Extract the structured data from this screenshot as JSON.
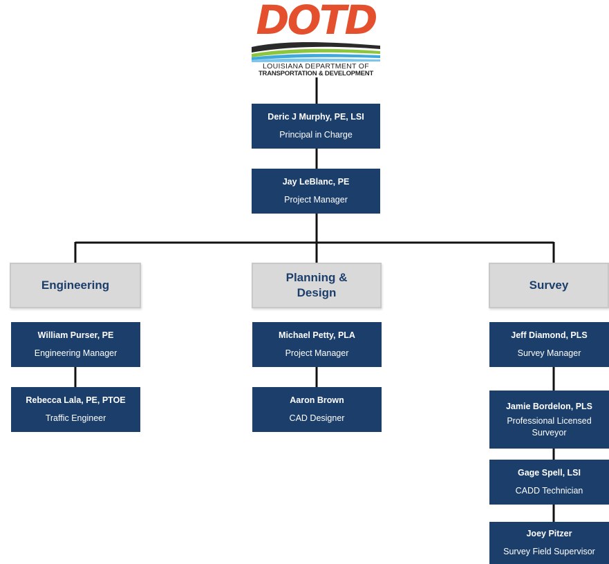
{
  "logo": {
    "wordmark": "DOTD",
    "line1": "LOUISIANA DEPARTMENT OF",
    "line2": "TRANSPORTATION & DEVELOPMENT",
    "colors": {
      "wordmark": "#e4502d",
      "road": "#2a2a2a",
      "water": "#3fa9dc",
      "grass": "#8cc63f"
    }
  },
  "colors": {
    "box": "#1b3e6b",
    "dept_fill": "#d9d9d9",
    "line": "#111111"
  },
  "top": [
    {
      "name": "Deric J  Murphy, PE, LSI",
      "role": "Principal in Charge"
    },
    {
      "name": "Jay LeBlanc, PE",
      "role": "Project Manager"
    }
  ],
  "departments": [
    {
      "title": "Engineering",
      "staff": [
        {
          "name": "William Purser, PE",
          "role": "Engineering Manager"
        },
        {
          "name": "Rebecca Lala, PE, PTOE",
          "role": "Traffic Engineer"
        }
      ]
    },
    {
      "title": "Planning & Design",
      "staff": [
        {
          "name": "Michael Petty, PLA",
          "role": "Project Manager"
        },
        {
          "name": "Aaron Brown",
          "role": "CAD Designer"
        }
      ]
    },
    {
      "title": "Survey",
      "staff": [
        {
          "name": "Jeff Diamond, PLS",
          "role": "Survey Manager"
        },
        {
          "name": "Jamie Bordelon, PLS",
          "role": "Professional Licensed Surveyor"
        },
        {
          "name": "Gage Spell, LSI",
          "role": "CADD Technician"
        },
        {
          "name": "Joey Pitzer",
          "role": "Survey Field Supervisor"
        }
      ]
    }
  ]
}
